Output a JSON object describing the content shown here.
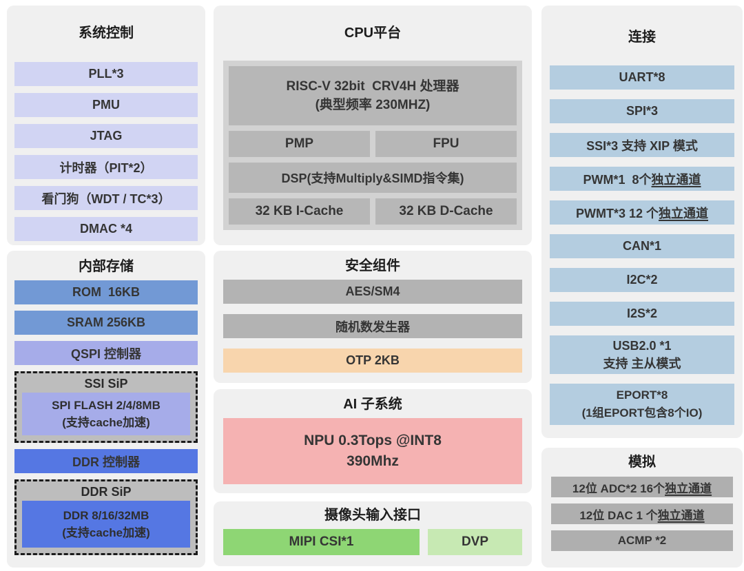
{
  "colors": {
    "panel_bg": "#f0f0f0",
    "lavender_light": "#d1d4f3",
    "lavender": "#a6ace9",
    "blue_medium": "#7299d5",
    "blue_strong": "#5577e3",
    "blue_light": "#b4cde0",
    "gray_cpu_container": "#d2d2d2",
    "gray_block": "#b7b7b7",
    "gray_security": "#b3b3b3",
    "gray_analog": "#afafaf",
    "sip_box_bg": "#bdbdbd",
    "peach_otp": "#f8d5ad",
    "pink_npu": "#f5b2b2",
    "green_mipi": "#8ed674",
    "green_dvp": "#c7e9b3"
  },
  "panels": {
    "system_control": {
      "title": "系统控制",
      "items": [
        "PLL*3",
        "PMU",
        "JTAG",
        "计时器（PIT*2）",
        "看门狗（WDT / TC*3）",
        "DMAC *4"
      ]
    },
    "internal_storage": {
      "title": "内部存储",
      "rom": "ROM  16KB",
      "sram": "SRAM 256KB",
      "qspi": "QSPI 控制器",
      "ssi_sip": {
        "title": "SSI SiP",
        "line1": "SPI FLASH 2/4/8MB",
        "line2": "(支持cache加速)"
      },
      "ddr_ctrl": "DDR 控制器",
      "ddr_sip": {
        "title": "DDR SiP",
        "line1": "DDR 8/16/32MB",
        "line2": "(支持cache加速)"
      }
    },
    "cpu": {
      "title": "CPU平台",
      "processor_line1": "RISC-V 32bit  CRV4H 处理器",
      "processor_line2": "(典型频率 230MHZ)",
      "pmp": "PMP",
      "fpu": "FPU",
      "dsp": "DSP(支持Multiply&SIMD指令集)",
      "icache": "32 KB I-Cache",
      "dcache": "32 KB D-Cache"
    },
    "security": {
      "title": "安全组件",
      "items": [
        "AES/SM4",
        "随机数发生器",
        "OTP 2KB"
      ]
    },
    "ai": {
      "title": "AI 子系统",
      "npu_line1": "NPU 0.3Tops @INT8",
      "npu_line2": "390Mhz"
    },
    "camera": {
      "title": "摄像头输入接口",
      "mipi": "MIPI CSI*1",
      "dvp": "DVP"
    },
    "connectivity": {
      "title": "连接",
      "items": [
        {
          "text": "UART*8"
        },
        {
          "text": "SPI*3"
        },
        {
          "text": "SSI*3 支持 XIP 模式"
        },
        {
          "prefix": "PWM*1  8个",
          "underline": "独立通道"
        },
        {
          "prefix": "PWMT*3 12 个",
          "underline": "独立通道"
        },
        {
          "text": "CAN*1"
        },
        {
          "text": "I2C*2"
        },
        {
          "text": "I2S*2"
        },
        {
          "line1": "USB2.0 *1",
          "line2": "支持 主从模式"
        },
        {
          "line1": "EPORT*8",
          "line2": "(1组EPORT包含8个IO)"
        }
      ]
    },
    "analog": {
      "title": "模拟",
      "items": [
        {
          "prefix": "12位 ADC*2 16个",
          "underline": "独立通道"
        },
        {
          "prefix": "12位 DAC 1 个",
          "underline": "独立通道"
        },
        {
          "text": "ACMP *2"
        }
      ]
    }
  }
}
